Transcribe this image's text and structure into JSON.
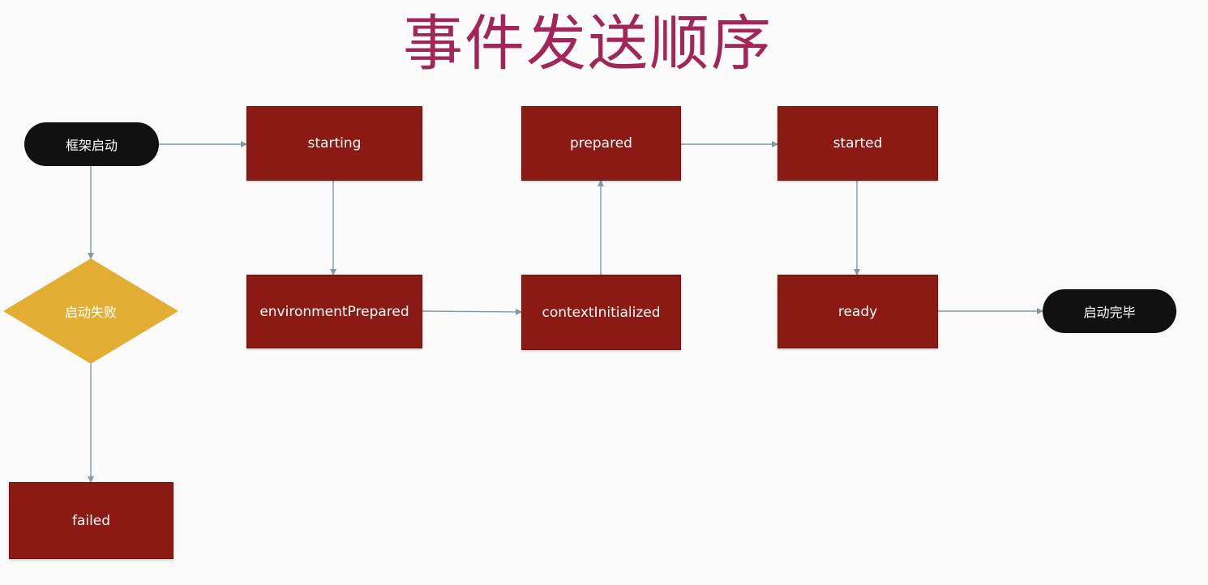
{
  "title": "事件发送顺序",
  "colors": {
    "title": "#a3265a",
    "event_box": "#8b1a14",
    "terminal": "#111111",
    "decision": "#e3ae34",
    "edge": "#7f98a8"
  },
  "nodes": {
    "framework_start": "框架启动",
    "starting": "starting",
    "environment_prepared": "environmentPrepared",
    "context_initialized": "contextInitialized",
    "prepared": "prepared",
    "started": "started",
    "ready": "ready",
    "startup_complete": "启动完毕",
    "startup_failed": "启动失败",
    "failed": "failed"
  },
  "edges": [
    {
      "from": "framework_start",
      "to": "starting"
    },
    {
      "from": "framework_start",
      "to": "startup_failed"
    },
    {
      "from": "startup_failed",
      "to": "failed"
    },
    {
      "from": "starting",
      "to": "environment_prepared"
    },
    {
      "from": "environment_prepared",
      "to": "context_initialized"
    },
    {
      "from": "context_initialized",
      "to": "prepared"
    },
    {
      "from": "prepared",
      "to": "started"
    },
    {
      "from": "started",
      "to": "ready"
    },
    {
      "from": "ready",
      "to": "startup_complete"
    }
  ]
}
